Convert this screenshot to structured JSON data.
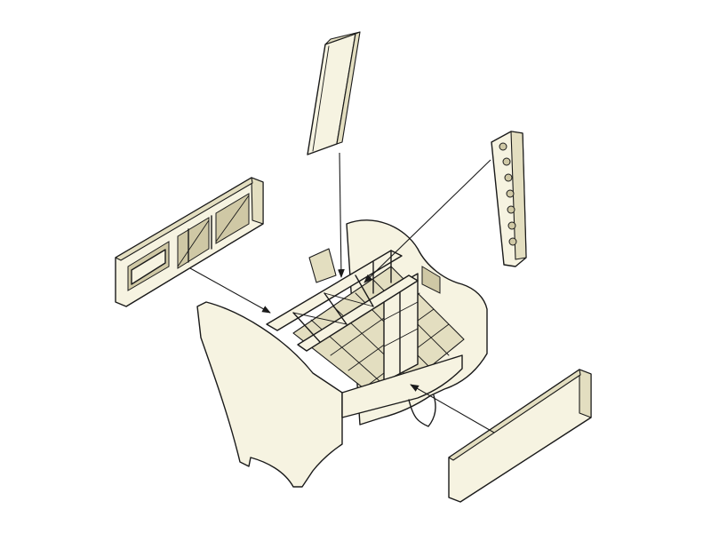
{
  "figure": {
    "background": "#ffffff",
    "part_fill": "#f6f3e1",
    "part_shade": "#e3dec0",
    "line_color": "#1a1a1a"
  },
  "parts": [
    {
      "id": "top-panel",
      "icon": "long-strip-panel"
    },
    {
      "id": "left-frame-panel",
      "icon": "truss-frame-panel"
    },
    {
      "id": "right-rivet-strip",
      "icon": "rivet-strip"
    },
    {
      "id": "front-panel",
      "icon": "flat-panel"
    },
    {
      "id": "fuselage-section",
      "icon": "cockpit-tub"
    }
  ],
  "arrows": [
    {
      "from": "top-panel",
      "to": "fuselage-section"
    },
    {
      "from": "left-frame-panel",
      "to": "fuselage-section"
    },
    {
      "from": "right-rivet-strip",
      "to": "fuselage-section"
    },
    {
      "from": "front-panel",
      "to": "fuselage-section"
    }
  ]
}
